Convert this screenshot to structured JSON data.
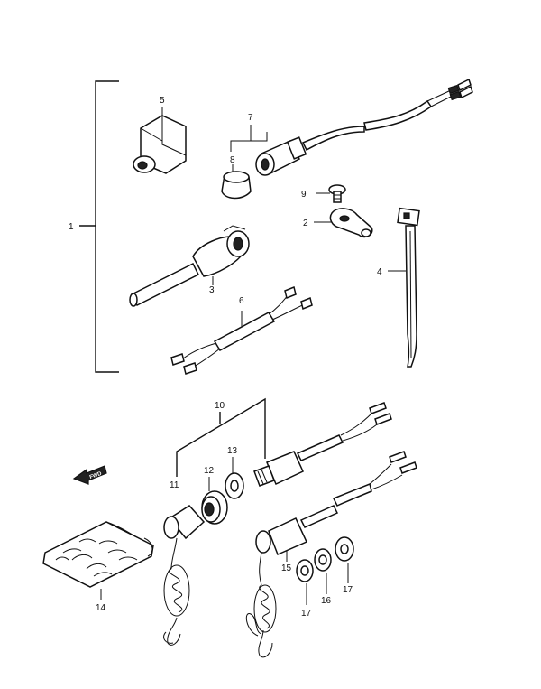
{
  "callouts": {
    "c1": "1",
    "c2": "2",
    "c3": "3",
    "c4": "4",
    "c5": "5",
    "c6": "6",
    "c7": "7",
    "c8": "8",
    "c9": "9",
    "c10": "10",
    "c11": "11",
    "c12": "12",
    "c13": "13",
    "c14": "14",
    "c15": "15",
    "c16": "16",
    "c17a": "17",
    "c17b": "17"
  },
  "direction_arrow": "FWD"
}
